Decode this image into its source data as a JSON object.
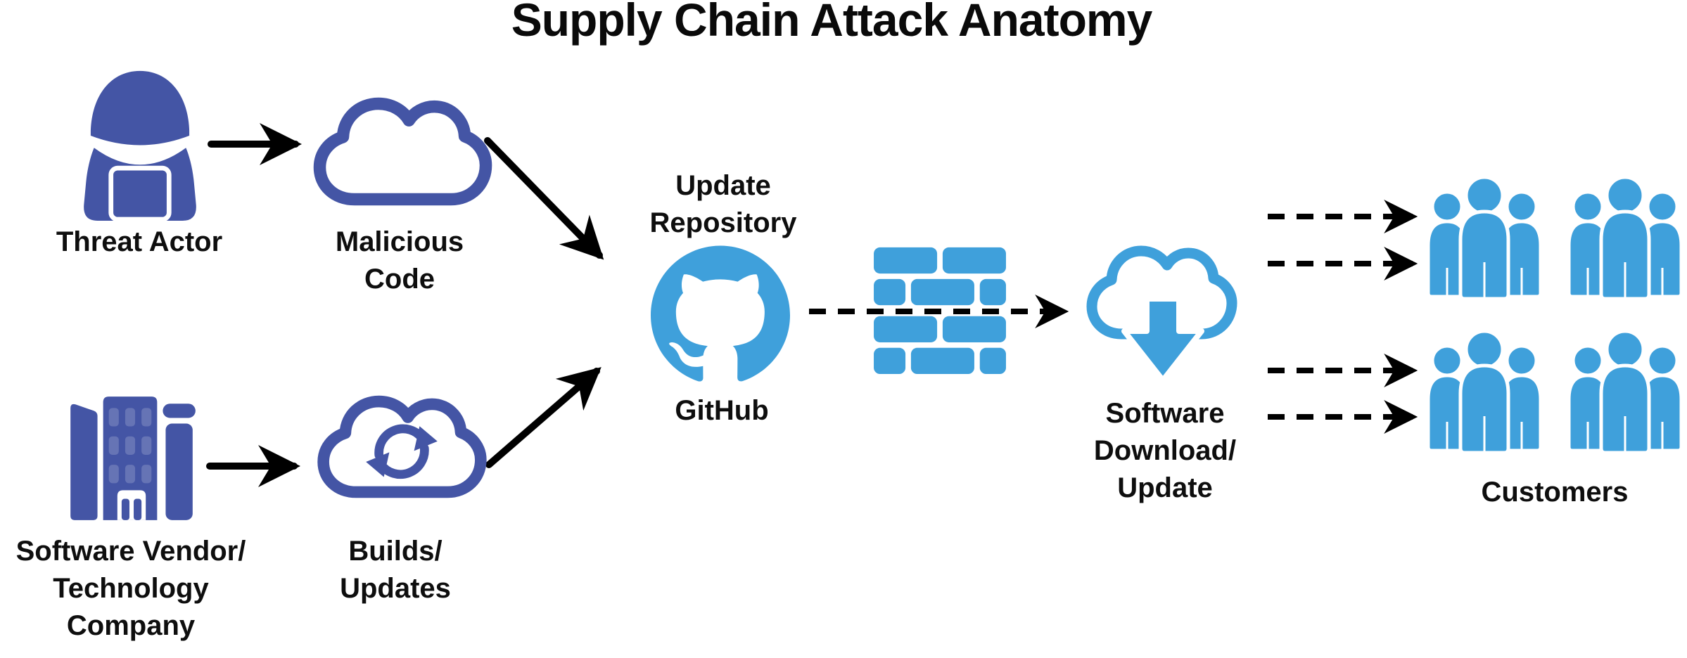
{
  "title": "Supply Chain Attack Anatomy",
  "palette": {
    "indigo": "#4455A5",
    "light_blue": "#3FA0DB",
    "arrow_black": "#000000",
    "text": "#0E0E0E",
    "background": "#FFFFFF"
  },
  "nodes": {
    "threat_actor": {
      "label": "Threat Actor",
      "icon": "hacker-at-laptop-icon",
      "color": "#4455A5"
    },
    "malicious_code": {
      "label": "Malicious\nCode",
      "icon": "cloud-outline-icon",
      "color": "#4455A5"
    },
    "software_vendor": {
      "label": "Software Vendor/\nTechnology\nCompany",
      "icon": "office-buildings-icon",
      "color": "#4455A5"
    },
    "builds_updates": {
      "label": "Builds/\nUpdates",
      "icon": "cloud-sync-icon",
      "color": "#4455A5"
    },
    "update_repository": {
      "label_above": "Update\nRepository",
      "label_below": "GitHub",
      "icon": "github-octocat-icon",
      "color": "#3FA0DB"
    },
    "firewall": {
      "icon": "brick-wall-icon",
      "color": "#3FA0DB"
    },
    "software_download": {
      "label": "Software\nDownload/\nUpdate",
      "icon": "cloud-download-icon",
      "color": "#3FA0DB"
    },
    "customers": {
      "label": "Customers",
      "icon": "people-group-icon",
      "color": "#3FA0DB",
      "group_count": 4,
      "people_per_group": 3
    }
  },
  "connections": [
    {
      "from": "threat_actor",
      "to": "malicious_code",
      "style": "solid"
    },
    {
      "from": "malicious_code",
      "to": "update_repository",
      "style": "solid"
    },
    {
      "from": "software_vendor",
      "to": "builds_updates",
      "style": "solid"
    },
    {
      "from": "builds_updates",
      "to": "update_repository",
      "style": "solid"
    },
    {
      "from": "update_repository",
      "to": "software_download",
      "style": "dashed",
      "through": "firewall"
    },
    {
      "from": "software_download",
      "to": "customers",
      "style": "dashed",
      "count": 4
    }
  ]
}
